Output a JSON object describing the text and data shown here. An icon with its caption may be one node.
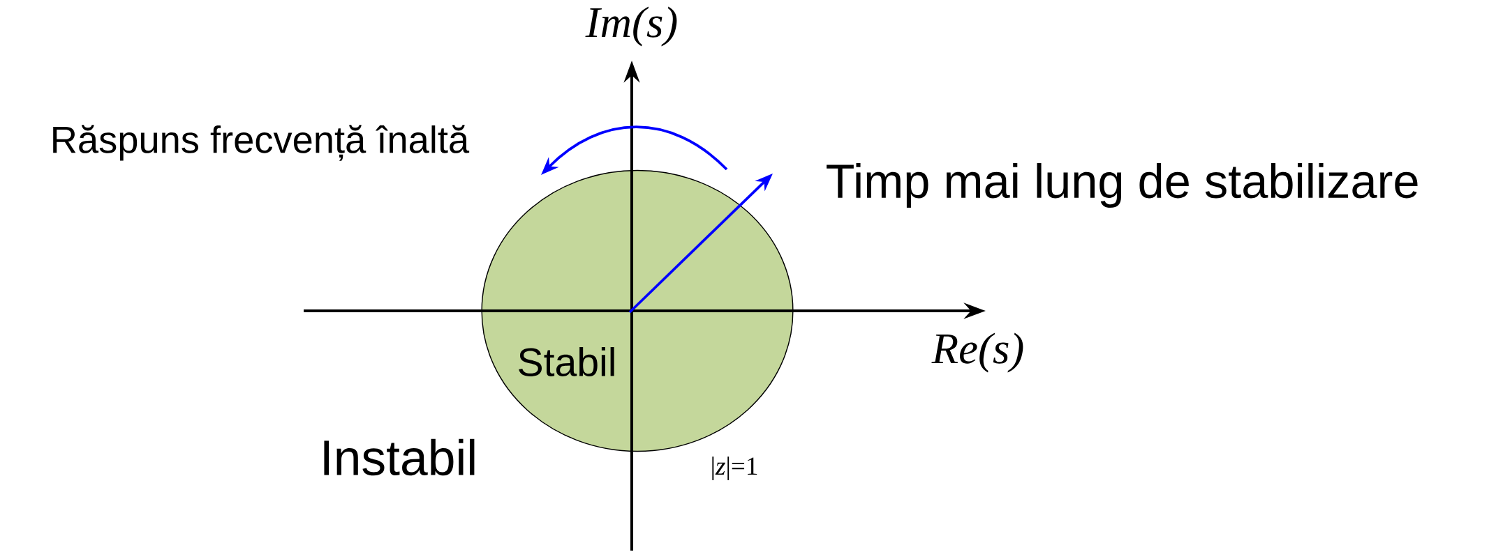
{
  "diagram": {
    "nodes": [
      {
        "text": [
          "Stabil"
        ],
        "beside": [
          "|*z*|=1"
        ]
      }
    ],
    "labels": [
      "Im(s)",
      "Răspuns frecvență înaltă",
      "Timp mai lung de stabilizare",
      "Re(s)",
      "Instabil"
    ]
  }
}
